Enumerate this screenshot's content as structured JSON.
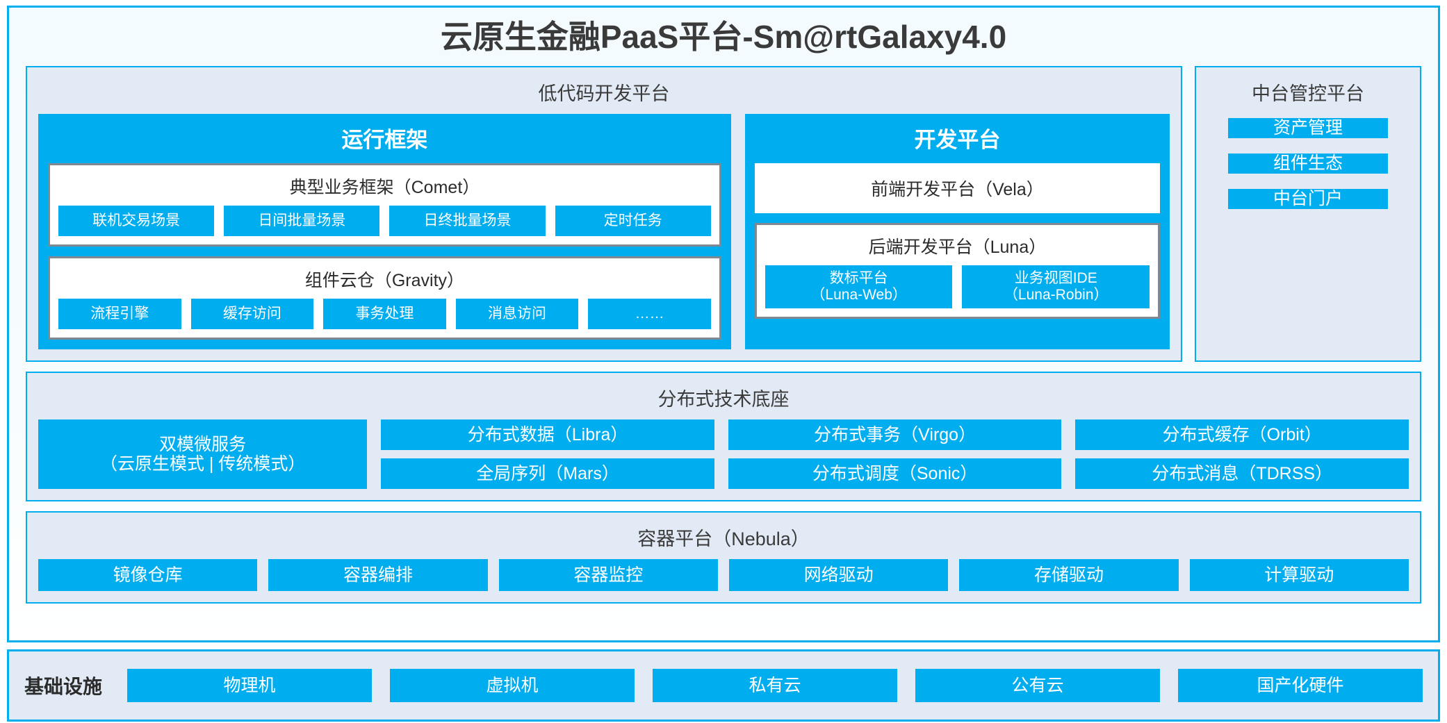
{
  "title": "云原生金融PaaS平台-Sm@rtGalaxy4.0",
  "colors": {
    "accent": "#00AEEF",
    "panel_bg": "#e2ebf5",
    "card_border": "#808892",
    "text": "#3a3a3a"
  },
  "lowcode": {
    "title": "低代码开发平台",
    "runtime": {
      "title": "运行框架",
      "comet": {
        "title": "典型业务框架（Comet）",
        "items": [
          "联机交易场景",
          "日间批量场景",
          "日终批量场景",
          "定时任务"
        ]
      },
      "gravity": {
        "title": "组件云仓（Gravity）",
        "items": [
          "流程引擎",
          "缓存访问",
          "事务处理",
          "消息访问",
          "……"
        ]
      }
    },
    "devplatform": {
      "title": "开发平台",
      "frontend": "前端开发平台（Vela）",
      "backend": {
        "title": "后端开发平台（Luna）",
        "items": [
          "数标平台\n（Luna-Web）",
          "业务视图IDE\n（Luna-Robin）"
        ]
      }
    }
  },
  "midoffice": {
    "title": "中台管控平台",
    "items": [
      "资产管理",
      "组件生态",
      "中台门户"
    ]
  },
  "distributed": {
    "title": "分布式技术底座",
    "dual_mode": "双模微服务\n（云原生模式 | 传统模式）",
    "col1": [
      "分布式数据（Libra）",
      "全局序列（Mars）"
    ],
    "col2": [
      "分布式事务（Virgo）",
      "分布式调度（Sonic）"
    ],
    "col3": [
      "分布式缓存（Orbit）",
      "分布式消息（TDRSS）"
    ]
  },
  "container": {
    "title": "容器平台（Nebula）",
    "items": [
      "镜像仓库",
      "容器编排",
      "容器监控",
      "网络驱动",
      "存储驱动",
      "计算驱动"
    ]
  },
  "infrastructure": {
    "label": "基础设施",
    "items": [
      "物理机",
      "虚拟机",
      "私有云",
      "公有云",
      "国产化硬件"
    ]
  }
}
